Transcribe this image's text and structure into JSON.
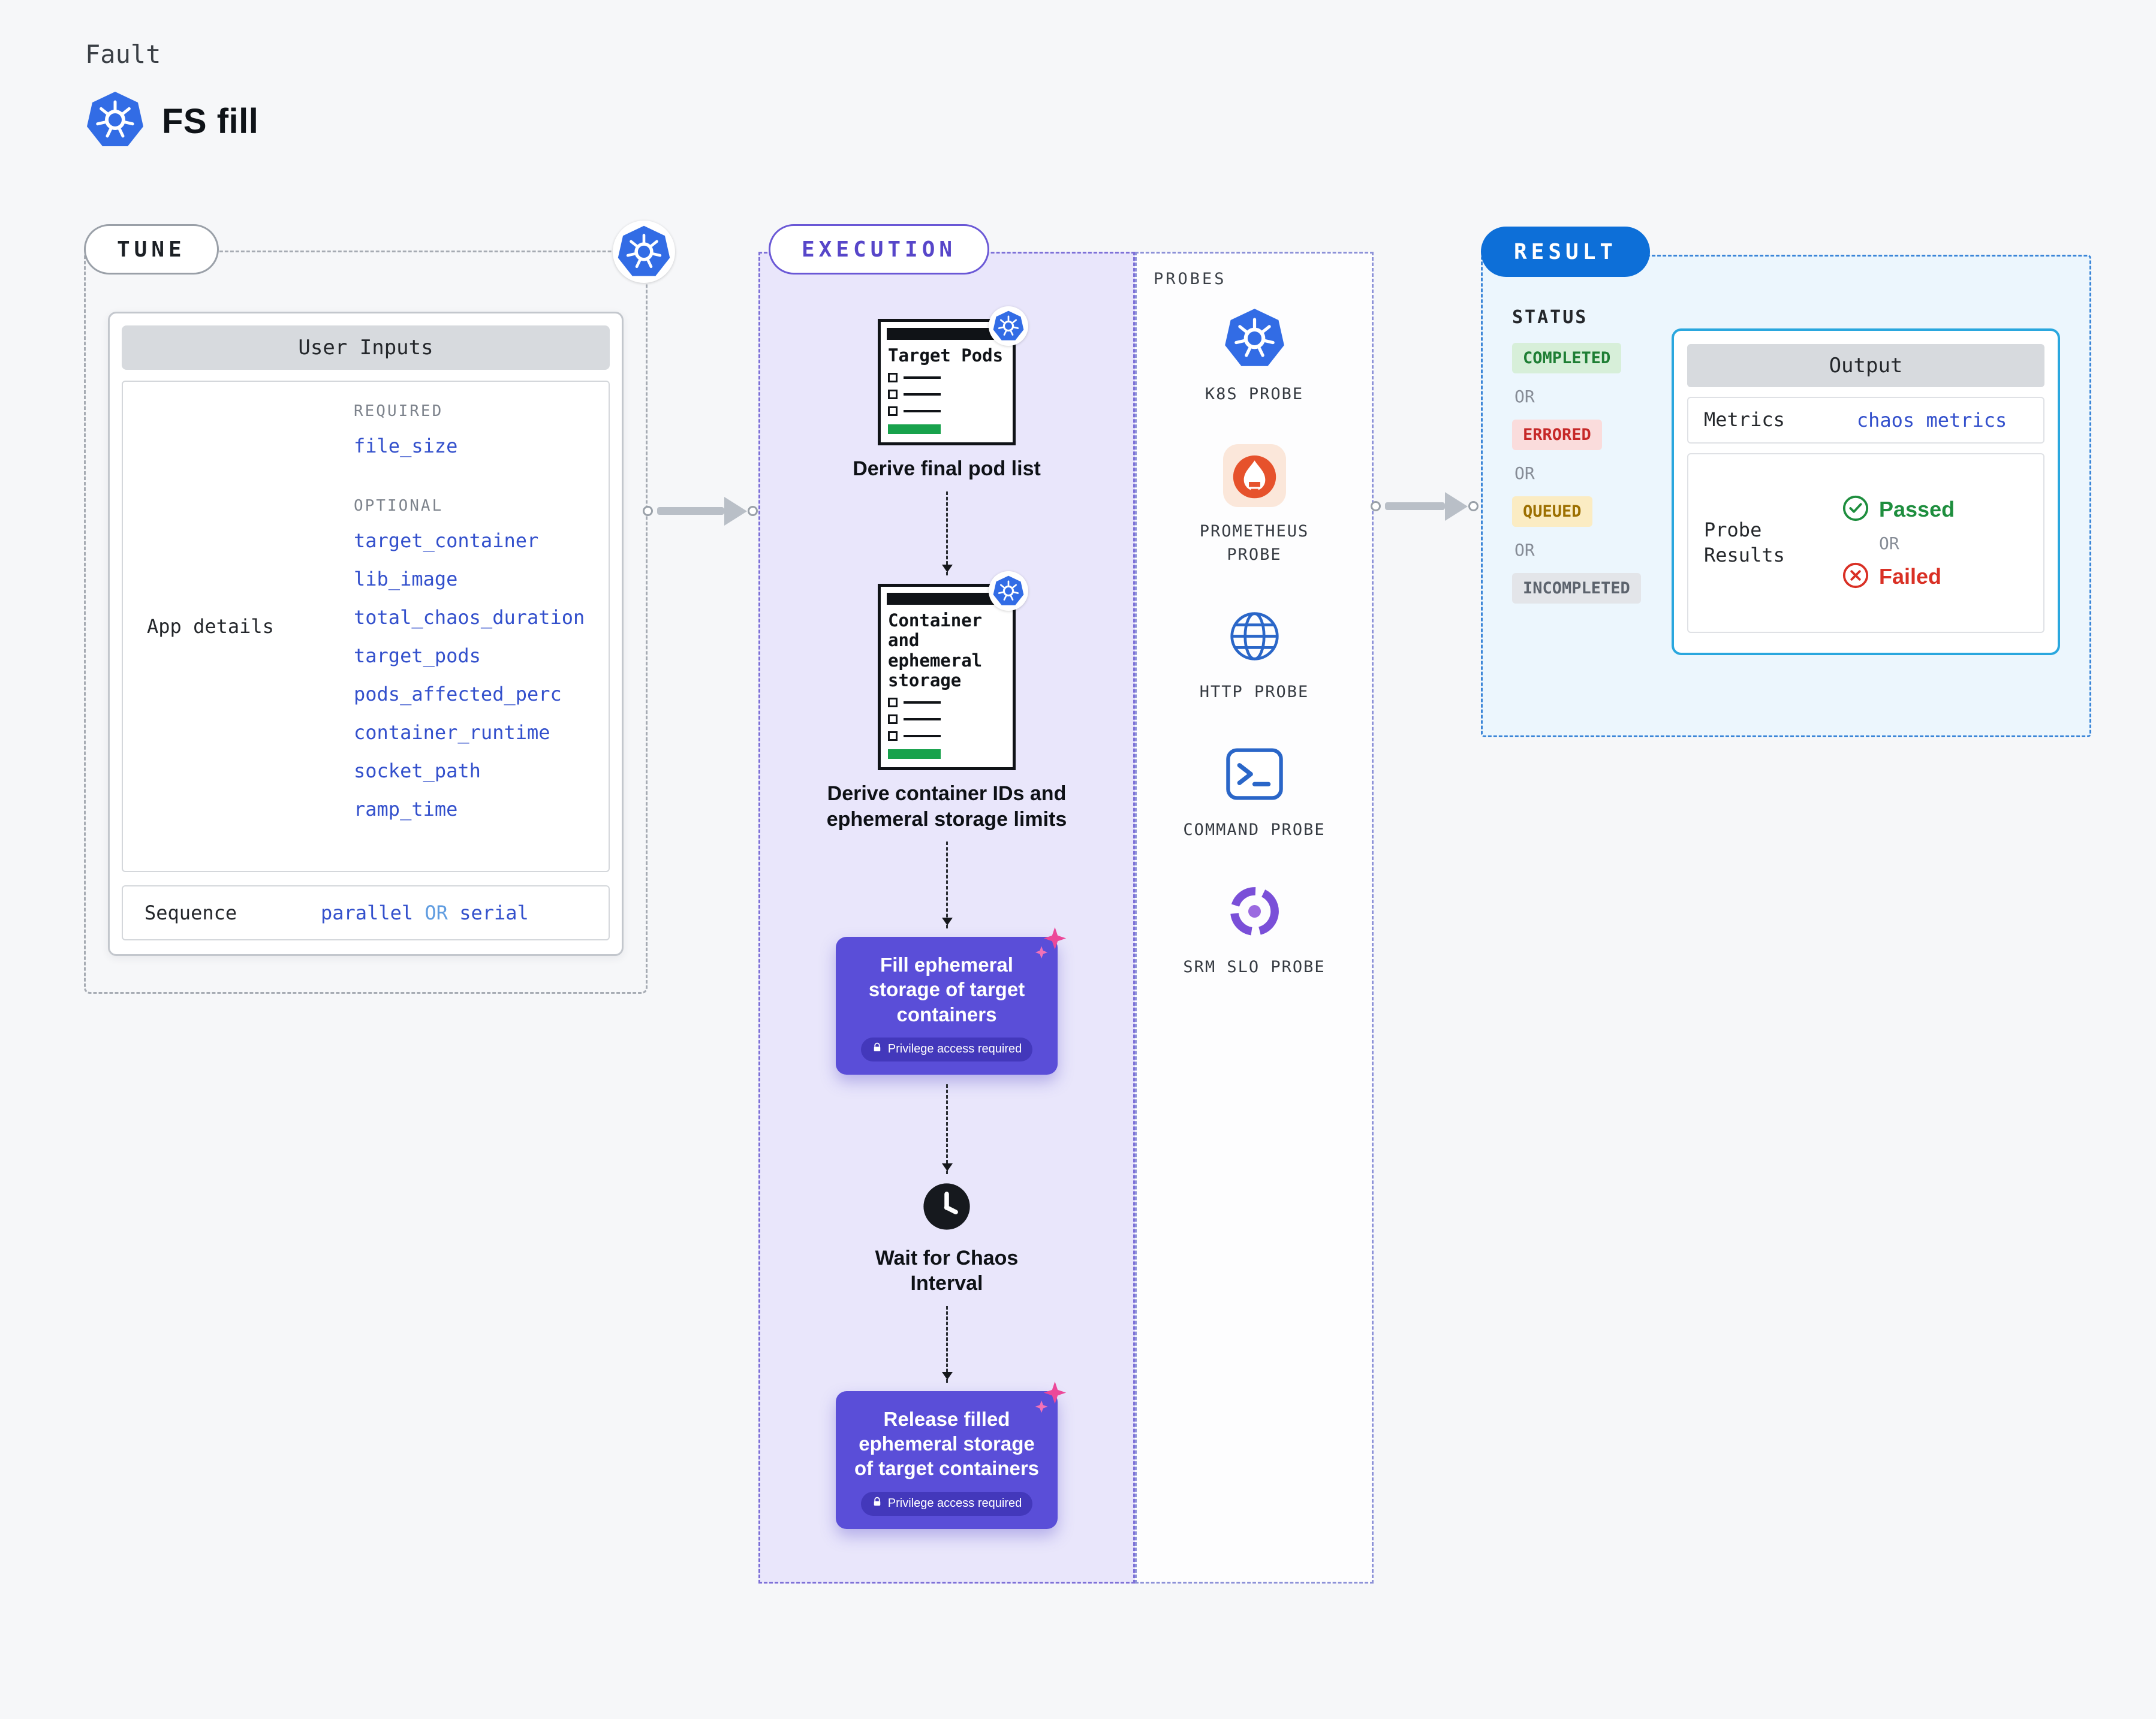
{
  "header": {
    "category_label": "Fault",
    "title": "FS fill"
  },
  "tune": {
    "label": "TUNE",
    "user_inputs_title": "User Inputs",
    "app_details_label": "App details",
    "required_label": "REQUIRED",
    "required_fields": [
      "file_size"
    ],
    "optional_label": "OPTIONAL",
    "optional_fields": [
      "target_container",
      "lib_image",
      "total_chaos_duration",
      "target_pods",
      "pods_affected_perc",
      "container_runtime",
      "socket_path",
      "ramp_time"
    ],
    "sequence": {
      "label": "Sequence",
      "value1": "parallel",
      "or": "OR",
      "value2": "serial"
    }
  },
  "execution": {
    "label": "EXECUTION",
    "doc1_title": "Target Pods",
    "step1_caption": "Derive final pod list",
    "doc2_title": "Container and ephemeral storage",
    "step2_caption": "Derive container IDs and ephemeral storage limits",
    "action1_text": "Fill ephemeral storage of target containers",
    "privilege_badge": "Privilege access required",
    "wait_caption": "Wait for Chaos Interval",
    "action2_text": "Release filled ephemeral storage of target containers"
  },
  "probes": {
    "label": "PROBES",
    "items": [
      "K8S PROBE",
      "PROMETHEUS PROBE",
      "HTTP PROBE",
      "COMMAND PROBE",
      "SRM SLO PROBE"
    ]
  },
  "result": {
    "label": "RESULT",
    "status_label": "STATUS",
    "statuses": [
      "COMPLETED",
      "ERRORED",
      "QUEUED",
      "INCOMPLETED"
    ],
    "or": "OR",
    "output": {
      "title": "Output",
      "metrics_label": "Metrics",
      "metrics_value": "chaos metrics",
      "probe_results_label": "Probe Results",
      "passed": "Passed",
      "or": "OR",
      "failed": "Failed"
    }
  },
  "icons": {
    "command_glyph": ">_"
  },
  "colors": {
    "page_bg": "#f6f7f9",
    "k8s_blue": "#326ce5",
    "execution_purple_bg": "#e9e6fb",
    "action_purple": "#5a4ed8",
    "result_blue": "#0d6fd8",
    "output_border": "#2aa7de",
    "field_blue": "#3350cc",
    "completed_green": "#1e7e34",
    "errored_red": "#c62828",
    "queued_amber": "#9c6f00",
    "passed_green": "#1e8e3e",
    "failed_red": "#d93025",
    "prometheus_orange": "#e6522c",
    "srm_purple": "#7a4fd8",
    "sparkle_pink": "#ec4899",
    "doc_green_bar": "#18a24c"
  }
}
